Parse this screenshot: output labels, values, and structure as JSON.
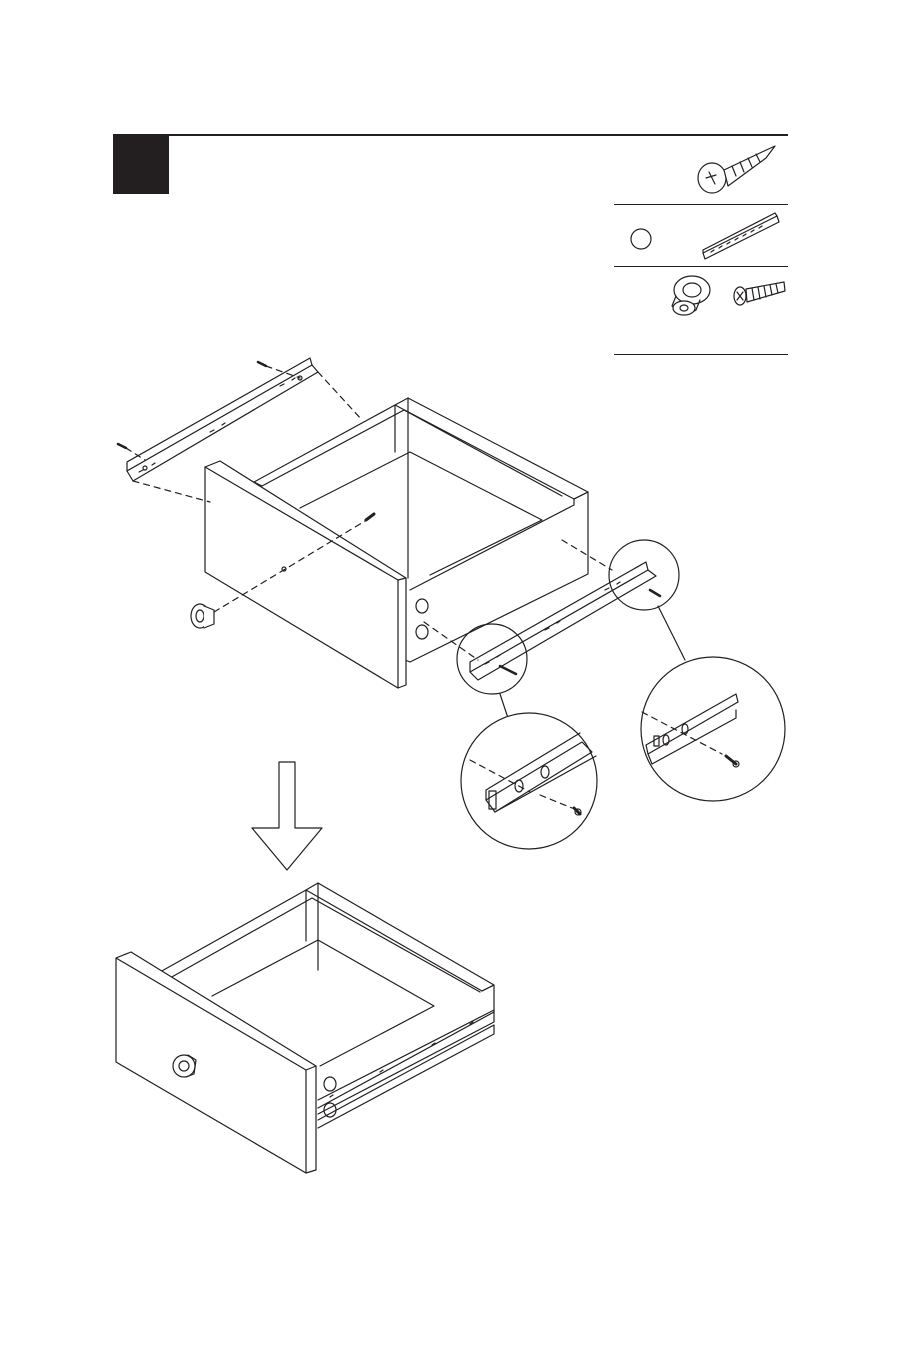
{
  "colors": {
    "ink": "#231f20",
    "paper": "#ffffff",
    "badge": "#231f20"
  },
  "step": {
    "badge_icon": "step-number-badge"
  },
  "parts_list": [
    {
      "icon": "wood-screw-icon"
    },
    {
      "icon": "drawer-slide-rail-icon",
      "marker": "circle"
    },
    {
      "icon": "drawer-knob-icon"
    },
    {
      "icon": "knob-bolt-icon"
    }
  ],
  "illustrations": [
    "drawer-exploded-view",
    "slide-detail-left",
    "slide-detail-right",
    "down-arrow",
    "drawer-assembled-view"
  ]
}
